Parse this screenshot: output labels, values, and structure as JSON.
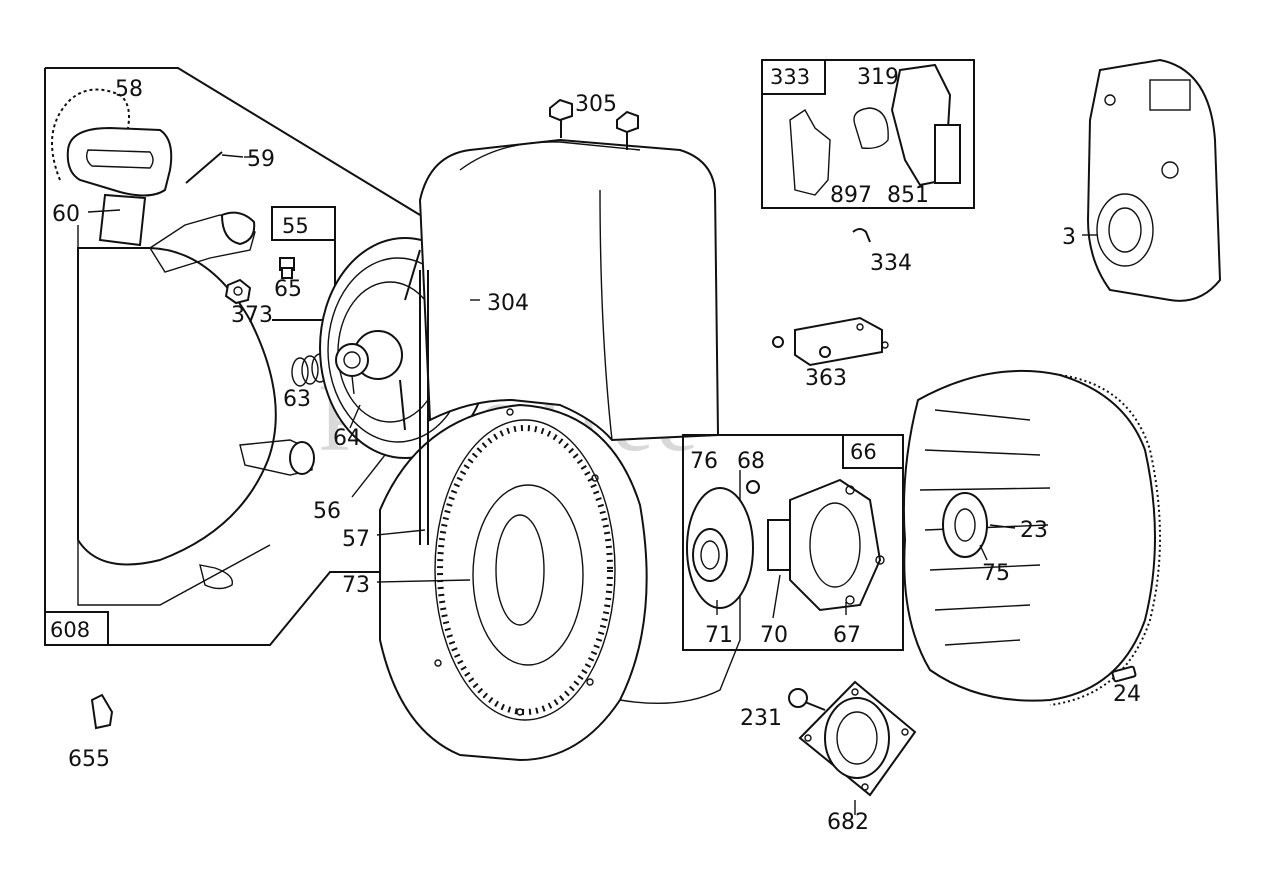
{
  "watermark": "PartsTree",
  "callouts": {
    "c58": "58",
    "c59": "59",
    "c60": "60",
    "c55": "55",
    "c65": "65",
    "c373": "373",
    "c63": "63",
    "c64": "64",
    "c56": "56",
    "c57": "57",
    "c73": "73",
    "c608": "608",
    "c655": "655",
    "c304": "304",
    "c305": "305",
    "c333": "333",
    "c319": "319",
    "c897": "897",
    "c851": "851",
    "c334": "334",
    "c3": "3",
    "c363": "363",
    "c66": "66",
    "c76": "76",
    "c68": "68",
    "c71": "71",
    "c70": "70",
    "c67": "67",
    "c23": "23",
    "c75": "75",
    "c24": "24",
    "c231": "231",
    "c682": "682"
  }
}
